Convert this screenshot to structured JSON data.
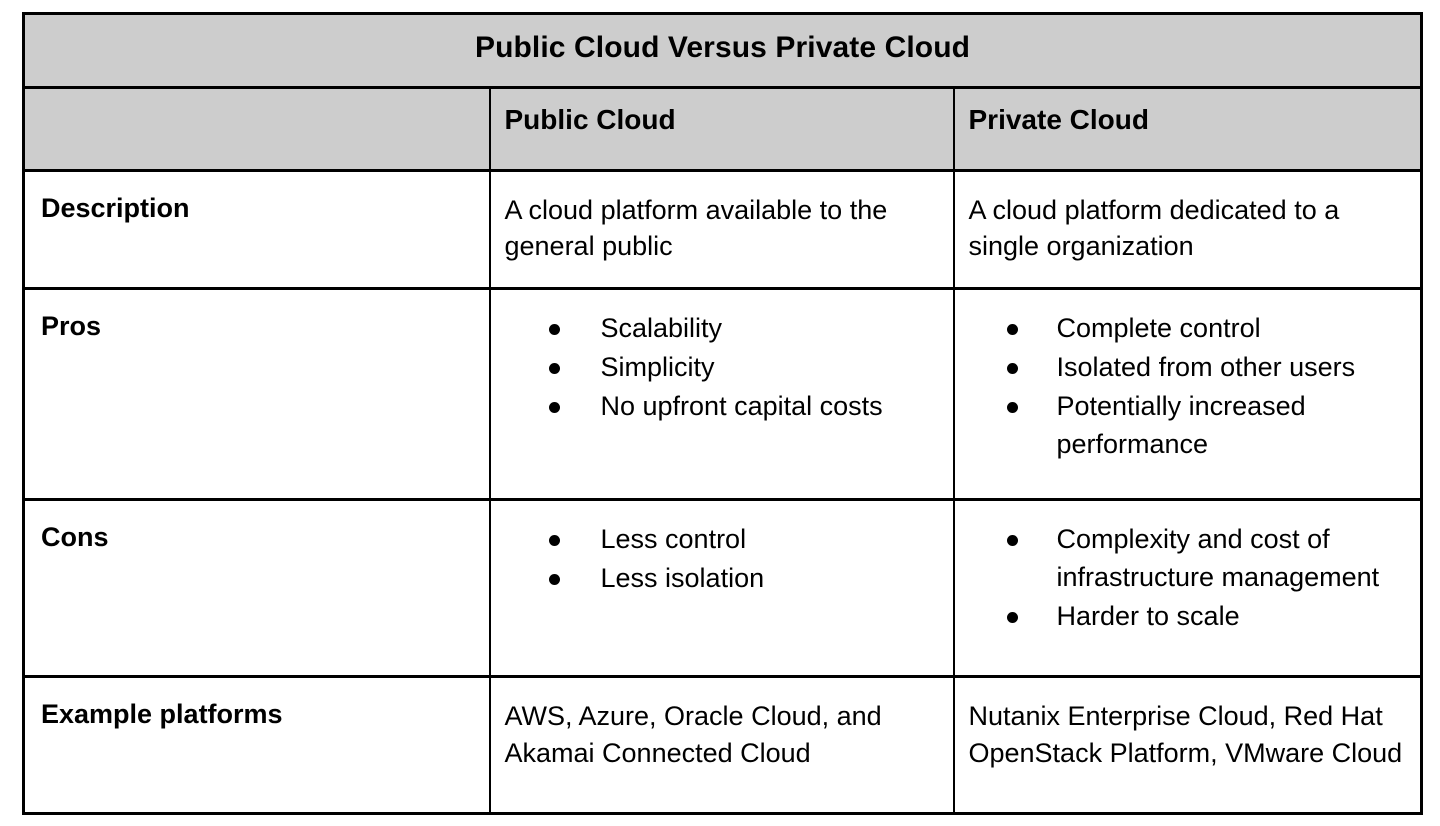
{
  "table": {
    "title": "Public Cloud Versus Private Cloud",
    "columns": {
      "label_blank": "",
      "public": "Public Cloud",
      "private": "Private Cloud"
    },
    "rows": [
      {
        "label": "Description",
        "public_text": "A cloud platform available to the general public",
        "private_text": "A cloud platform dedicated to a single organization"
      },
      {
        "label": "Pros",
        "public_bullets": [
          "Scalability",
          "Simplicity",
          "No upfront capital costs"
        ],
        "private_bullets": [
          "Complete control",
          "Isolated from other users",
          "Potentially increased performance"
        ]
      },
      {
        "label": "Cons",
        "public_bullets": [
          "Less control",
          "Less isolation"
        ],
        "private_bullets": [
          "Complexity and cost of infrastructure management",
          "Harder to scale"
        ]
      },
      {
        "label": "Example platforms",
        "public_text": "AWS, Azure, Oracle Cloud, and Akamai Connected Cloud",
        "private_text": "Nutanix Enterprise Cloud, Red Hat OpenStack Platform, VMware Cloud"
      }
    ]
  },
  "colors": {
    "header_fill": "#cdcdcd",
    "body_fill": "#ffffff",
    "border": "#000000",
    "text": "#000000"
  }
}
